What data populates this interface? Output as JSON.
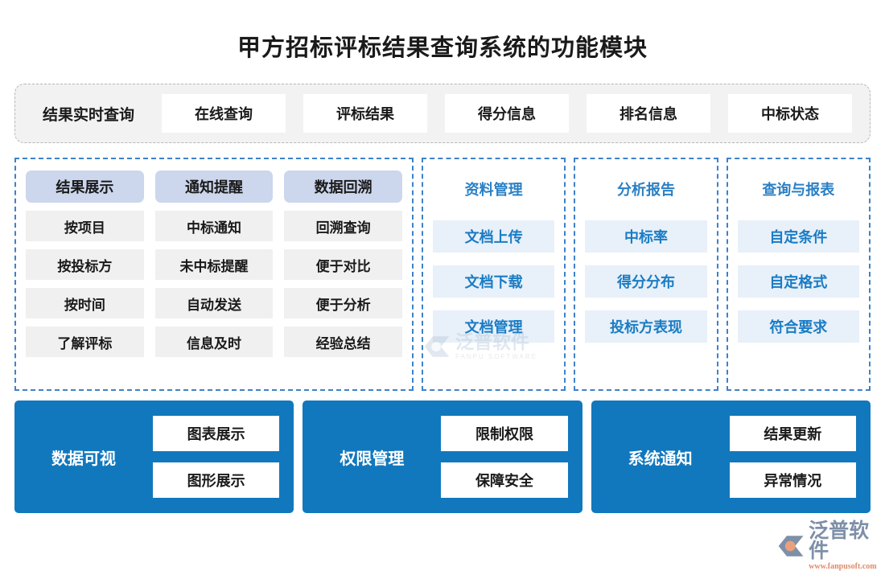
{
  "page": {
    "title": "甲方招标评标结果查询系统的功能模块",
    "accent_blue": "#1178bd",
    "panel_border_blue": "#3d82c9",
    "header_chip_blue": "#ccd6ec",
    "item_grey": "#f0f0f0",
    "item_light_blue": "#e8f0f9"
  },
  "top_strip": {
    "label": "结果实时查询",
    "items": [
      {
        "label": "在线查询"
      },
      {
        "label": "评标结果"
      },
      {
        "label": "得分信息"
      },
      {
        "label": "排名信息"
      },
      {
        "label": "中标状态"
      }
    ]
  },
  "mid_section": {
    "grey_panel": {
      "columns": [
        {
          "head": "结果展示",
          "items": [
            "按项目",
            "按投标方",
            "按时间",
            "了解评标"
          ]
        },
        {
          "head": "通知提醒",
          "items": [
            "中标通知",
            "未中标提醒",
            "自动发送",
            "信息及时"
          ]
        },
        {
          "head": "数据回溯",
          "items": [
            "回溯查询",
            "便于对比",
            "便于分析",
            "经验总结"
          ]
        }
      ]
    },
    "blue_panels": [
      {
        "head": "资料管理",
        "items": [
          "文档上传",
          "文档下载",
          "文档管理"
        ]
      },
      {
        "head": "分析报告",
        "items": [
          "中标率",
          "得分分布",
          "投标方表现"
        ]
      },
      {
        "head": "查询与报表",
        "items": [
          "自定条件",
          "自定格式",
          "符合要求"
        ]
      }
    ]
  },
  "bottom_section": {
    "blocks": [
      {
        "label": "数据可视",
        "items": [
          "图表展示",
          "图形展示"
        ]
      },
      {
        "label": "权限管理",
        "items": [
          "限制权限",
          "保障安全"
        ]
      },
      {
        "label": "系统通知",
        "items": [
          "结果更新",
          "异常情况"
        ]
      }
    ]
  },
  "watermark": {
    "cn": "泛普软件",
    "en": "FANPU SOFTWARE"
  },
  "logo": {
    "cn": "泛普软件",
    "url": "www.fanpusoft.com"
  }
}
